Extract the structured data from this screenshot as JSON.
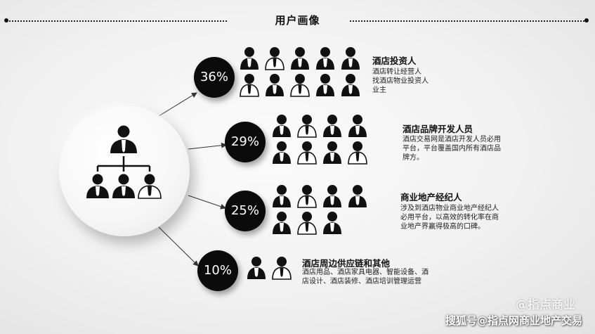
{
  "title": "用户画像",
  "tiers": [
    {
      "percent": "36%",
      "title": "酒店投资人",
      "description": "酒店转让经营人\n找酒店物业投资人\n业主",
      "people_count": 10
    },
    {
      "percent": "29%",
      "title": "酒店品牌开发人员",
      "description": "酒店交易网是酒店开发人员必用\n平台，平台覆盖国内所有酒店品\n牌方。",
      "people_count": 8
    },
    {
      "percent": "25%",
      "title": "商业地产经纪人",
      "description": "涉及到酒店物业商业地产经纪人\n必用平台，以高效的转化率在商\n业地产界赢得极高的口碑。",
      "people_count": 7
    },
    {
      "percent": "10%",
      "title": "酒店周边供应链和其他",
      "description": "酒店用品、酒店家具电器、智能设备、酒\n店设计、酒店装修、酒店培训管理运营",
      "people_count": 2
    }
  ],
  "watermark": {
    "main": "搜狐号@指点网商业地产交易",
    "faint": "@指点商业"
  },
  "icons": {
    "hub": "org-chart-icon",
    "person": "businessman-icon"
  },
  "colors": {
    "dark": "#0b0b0b",
    "accent": "#ffffff"
  }
}
